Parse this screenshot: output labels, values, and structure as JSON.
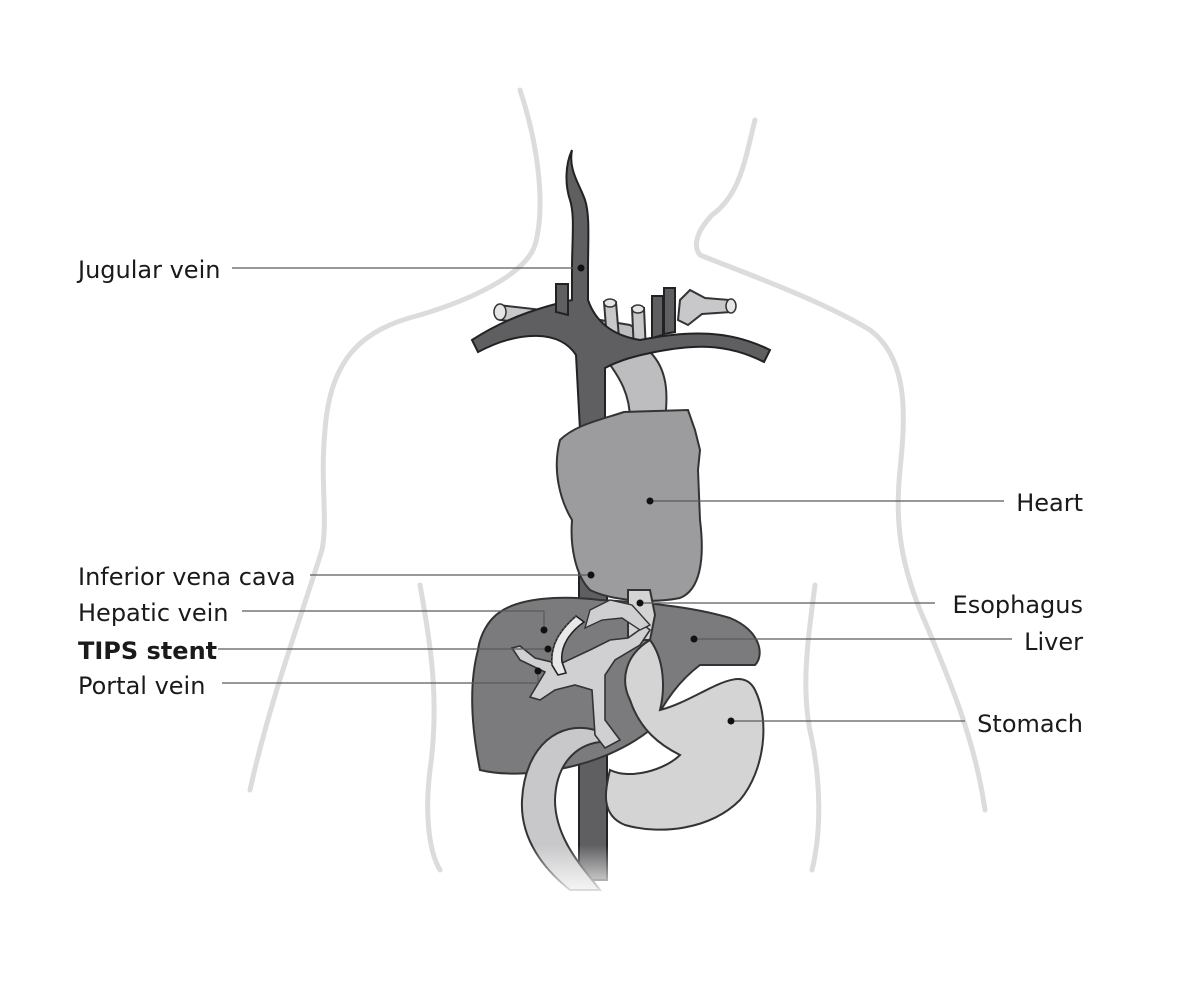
{
  "labels": {
    "jugular_vein": "Jugular vein",
    "heart": "Heart",
    "inferior_vena_cava": "Inferior vena cava",
    "hepatic_vein": "Hepatic vein",
    "tips_stent": "TIPS stent",
    "portal_vein": "Portal vein",
    "esophagus": "Esophagus",
    "liver": "Liver",
    "stomach": "Stomach"
  },
  "colors": {
    "vein_dark": "#5f5f62",
    "heart": "#9c9c9e",
    "aorta": "#bdbdbf",
    "liver": "#7b7b7d",
    "stomach": "#d4d4d5",
    "body_outline": "#dcdcdc"
  }
}
